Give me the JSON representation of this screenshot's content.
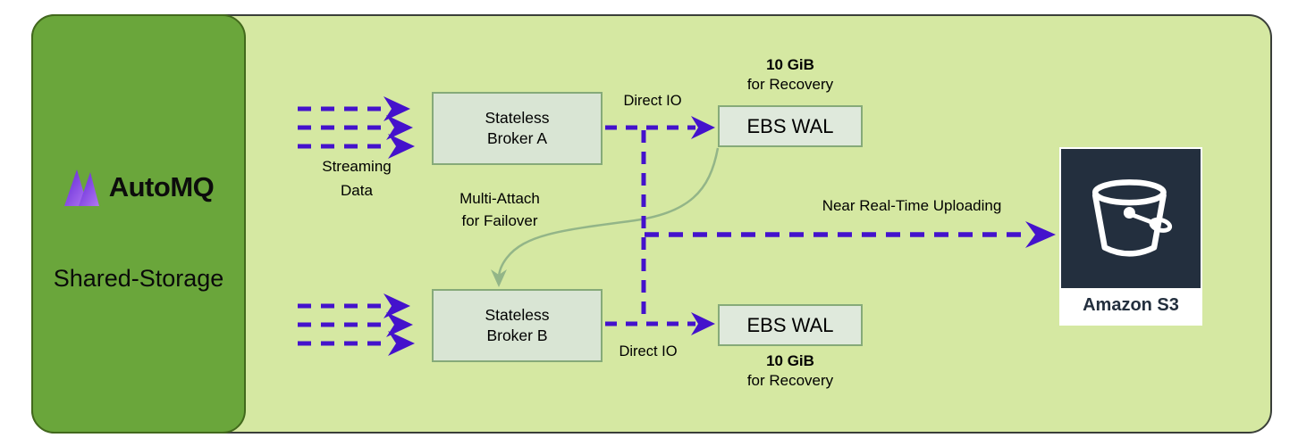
{
  "diagram": {
    "panel": {
      "logo_text": "AutoMQ",
      "title": "Shared-Storage"
    },
    "nodes": {
      "broker_a": {
        "line1": "Stateless",
        "line2": "Broker A"
      },
      "broker_b": {
        "line1": "Stateless",
        "line2": "Broker B"
      },
      "ebs_wal_a": {
        "label": "EBS WAL"
      },
      "ebs_wal_b": {
        "label": "EBS WAL"
      },
      "s3": {
        "label": "Amazon S3"
      }
    },
    "annotations": {
      "streaming": {
        "line1": "Streaming",
        "line2": "Data"
      },
      "direct_io_top": "Direct IO",
      "direct_io_bottom": "Direct IO",
      "capacity_top": {
        "line1": "10 GiB",
        "line2": "for Recovery"
      },
      "capacity_bottom": {
        "line1": "10 GiB",
        "line2": "for Recovery"
      },
      "multi_attach": {
        "line1": "Multi-Attach",
        "line2": "for Failover"
      },
      "uploading": "Near Real-Time Uploading"
    },
    "colors": {
      "container_fill": "#d5e8a2",
      "container_border": "#3a3f39",
      "panel_fill": "#6aa63b",
      "panel_border": "#42691c",
      "node_fill": "#d9e5d4",
      "node_border": "#86aa79",
      "arrow_purple": "#4412cc",
      "failover_curve_green": "#93b588",
      "s3_navy": "#232f3e"
    }
  }
}
